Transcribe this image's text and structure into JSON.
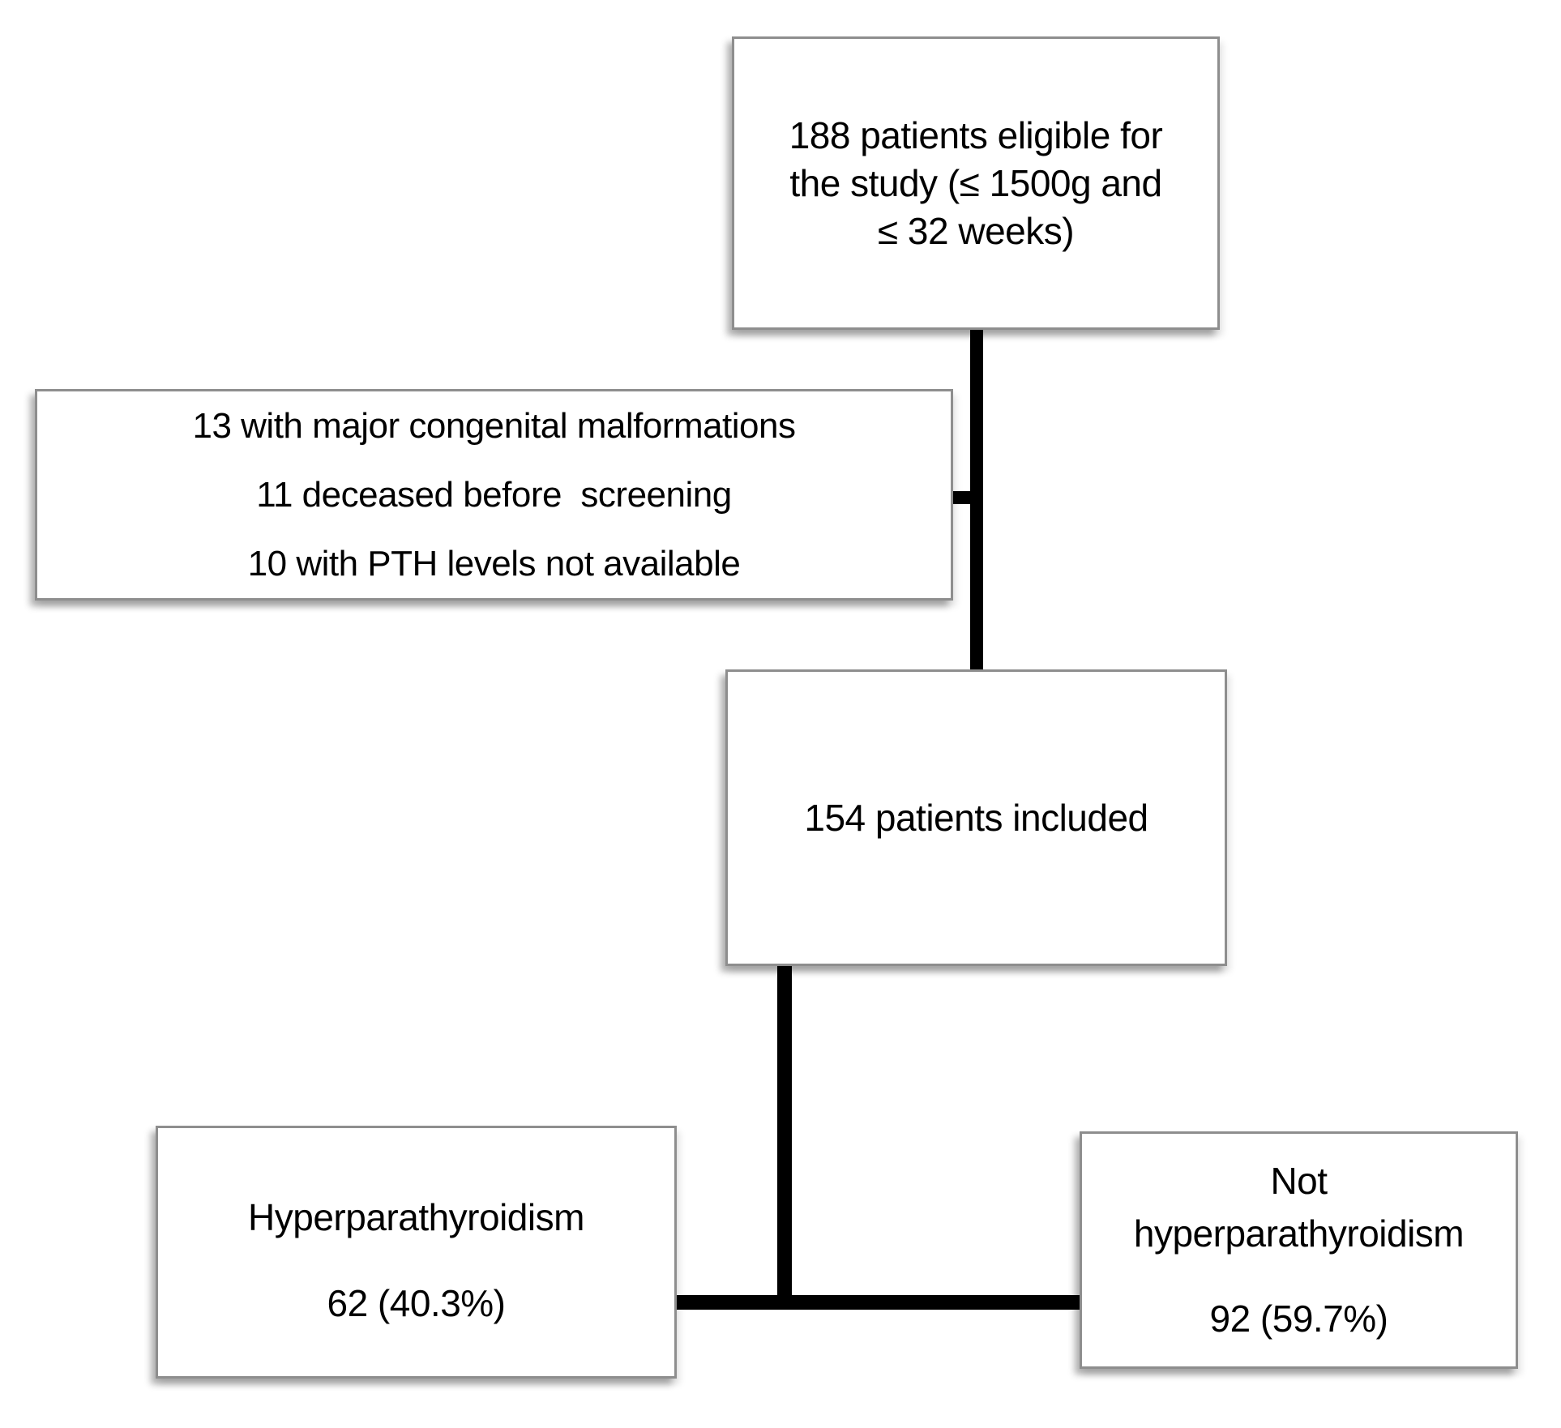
{
  "figure": {
    "type": "patient-flow-diagram",
    "background_color": "#ffffff",
    "box_fill_color": "#ffffff",
    "box_border_color": "#8e8e8e",
    "connector_color": "#000000",
    "text_color": "#000000",
    "boxes": {
      "eligible": {
        "text": "188 patients eligible for\nthe study (≤ 1500g and\n≤ 32 weeks)"
      },
      "exclusions": {
        "lines": [
          "13 with major congenital malformations",
          "11 deceased before  screening",
          "10 with PTH levels not available"
        ]
      },
      "included": {
        "text": "154 patients included"
      },
      "hyperparathyroidism": {
        "label": "Hyperparathyroidism",
        "value": "62 (40.3%)"
      },
      "not_hyperparathyroidism": {
        "label": "Not\nhyperparathyroidism",
        "value": "92 (59.7%)"
      }
    }
  }
}
